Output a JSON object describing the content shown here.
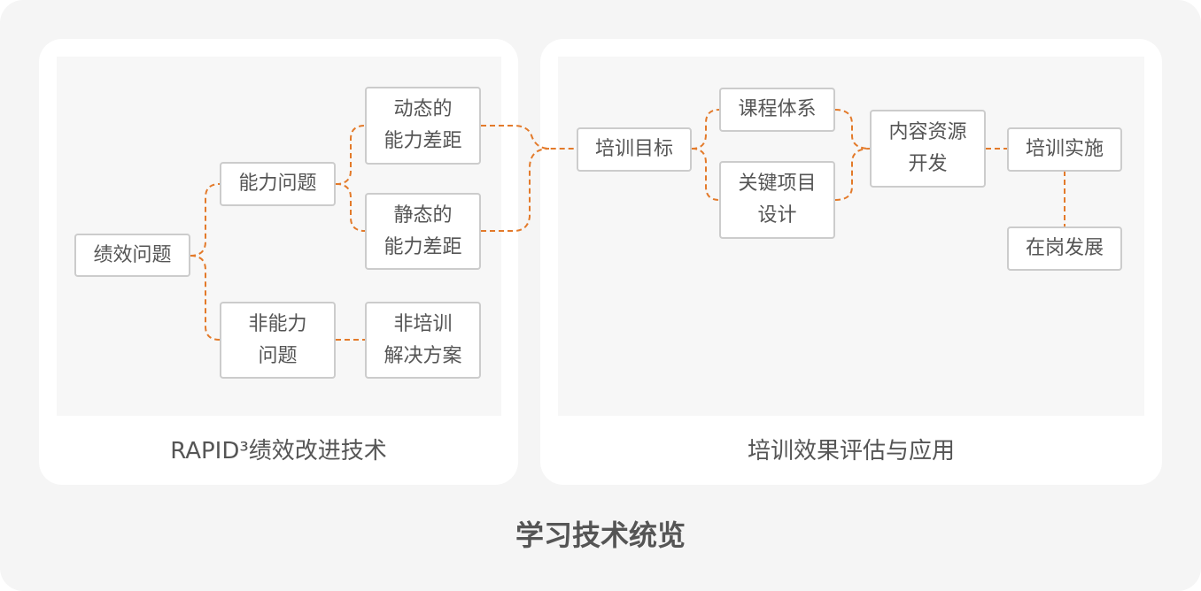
{
  "colors": {
    "connector": "#e37a2a",
    "node_border": "#cccccc",
    "text": "#555555"
  },
  "left_panel": {
    "caption": "RAPID³绩效改进技术",
    "nodes": {
      "performance_issue": "绩效问题",
      "ability_issue": "能力问题",
      "dynamic_gap": "动态的\n能力差距",
      "static_gap": "静态的\n能力差距",
      "non_ability_issue": "非能力\n问题",
      "non_training_solution": "非培训\n解决方案"
    }
  },
  "right_panel": {
    "caption": "培训效果评估与应用",
    "nodes": {
      "training_goal": "培训目标",
      "curriculum_system": "课程体系",
      "key_project_design": "关键项目\n设计",
      "content_development": "内容资源\n开发",
      "training_implementation": "培训实施",
      "on_job_development": "在岗发展"
    }
  },
  "title": "学习技术统览"
}
